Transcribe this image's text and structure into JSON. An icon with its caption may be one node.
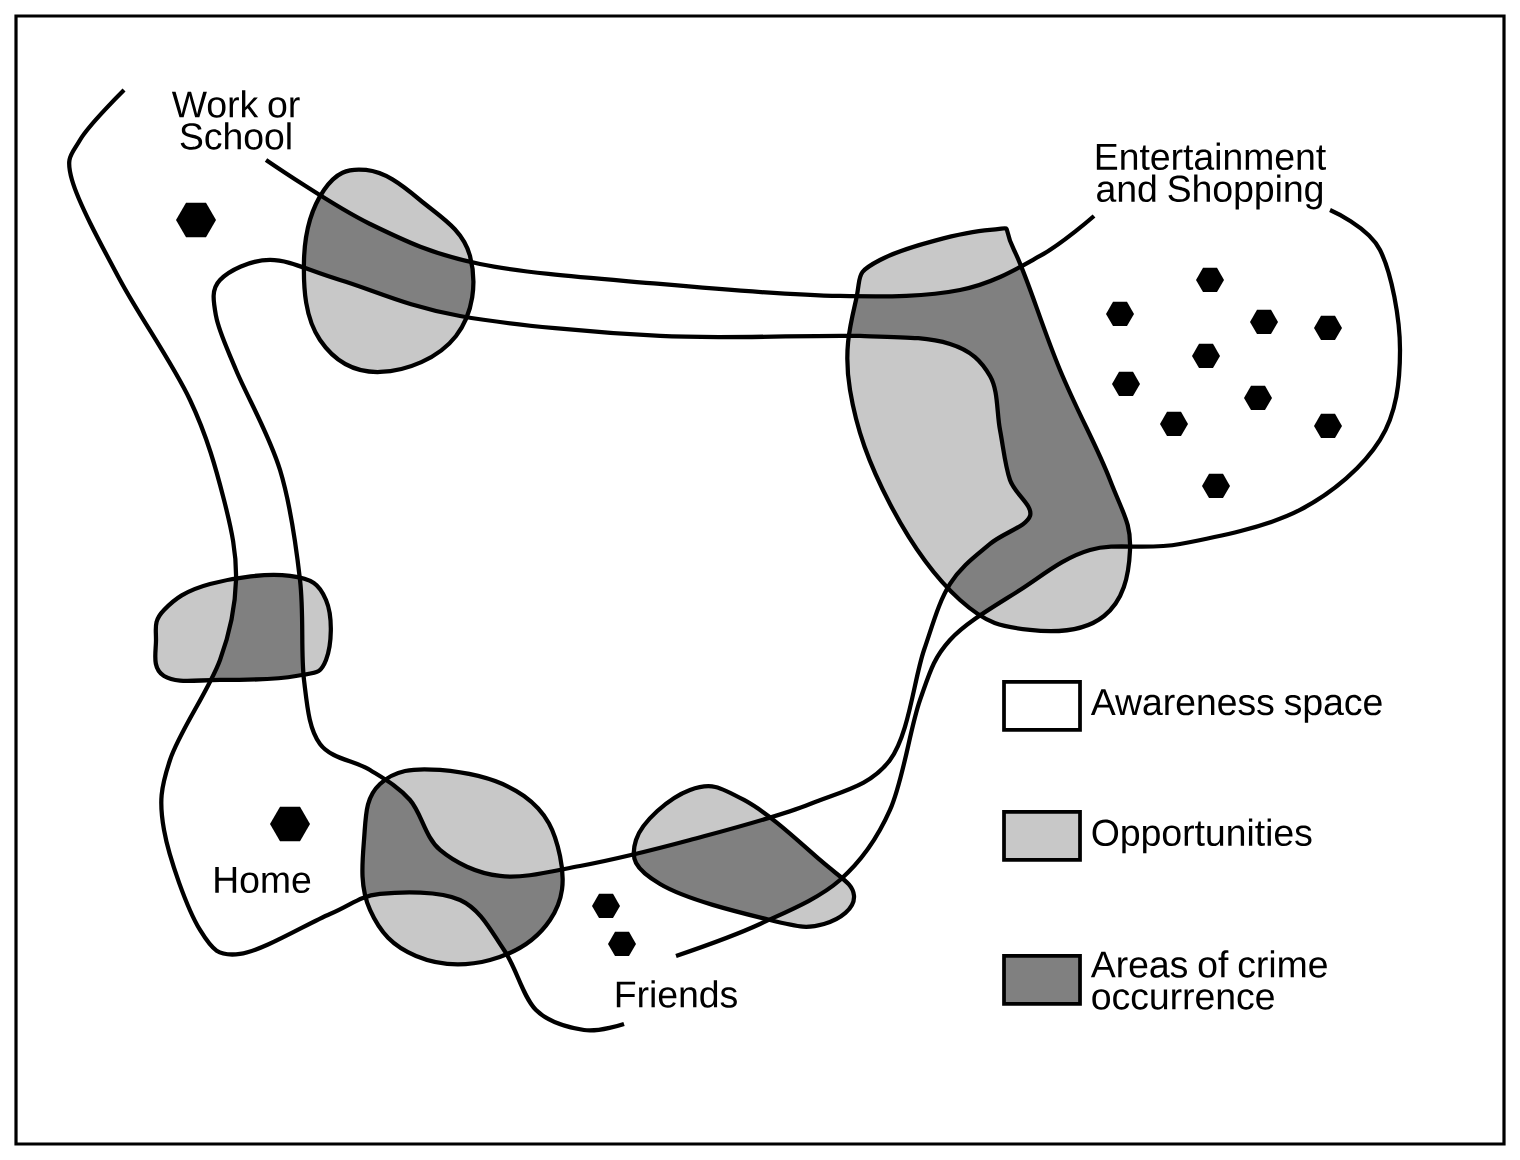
{
  "diagram": {
    "labels": [
      "Work or School",
      "Entertainment and Shopping",
      "Home",
      "Friends"
    ],
    "legend": [
      {
        "text": "Awareness space"
      },
      {
        "text": "Opportunities",
        "color": "#c8c8c8"
      },
      {
        "text": "Areas of crime occurrence",
        "color": "#808080"
      }
    ]
  }
}
